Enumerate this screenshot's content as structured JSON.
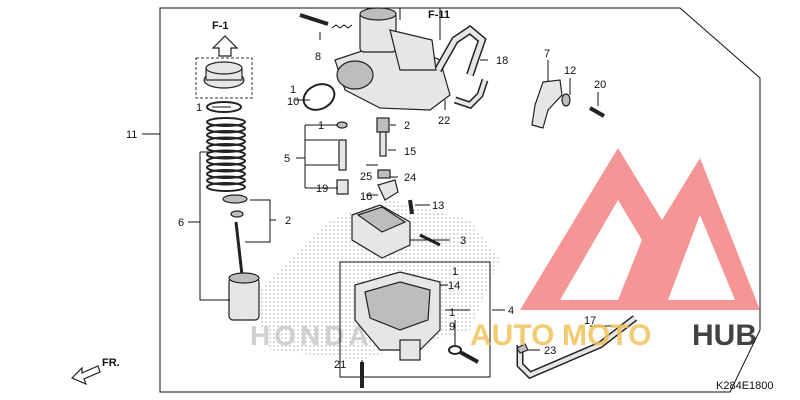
{
  "diagram": {
    "code": "K284E1800",
    "direction_label": "FR.",
    "callouts": {
      "f1": "F-1",
      "f11": "F-11"
    },
    "part_labels": {
      "p1a": "1",
      "p1b": "1",
      "p1c": "1",
      "p1d": "1",
      "p1e": "1",
      "p2a": "2",
      "p2b": "2",
      "p3": "3",
      "p4": "4",
      "p5": "5",
      "p6": "6",
      "p7": "7",
      "p8": "8",
      "p9": "9",
      "p10": "10",
      "p11": "11",
      "p12": "12",
      "p13": "13",
      "p14": "14",
      "p15": "15",
      "p16": "16",
      "p17": "17",
      "p18": "18",
      "p19": "19",
      "p20": "20",
      "p21": "21",
      "p22": "22",
      "p23": "23",
      "p24": "24",
      "p25": "25"
    }
  },
  "watermark": {
    "brand_part1": "AUTO",
    "brand_part2": "MOTO",
    "brand_part3": "HUB",
    "color_primary": "#f05a5a",
    "color_secondary": "#f2c25a",
    "color_dark": "#222222"
  }
}
